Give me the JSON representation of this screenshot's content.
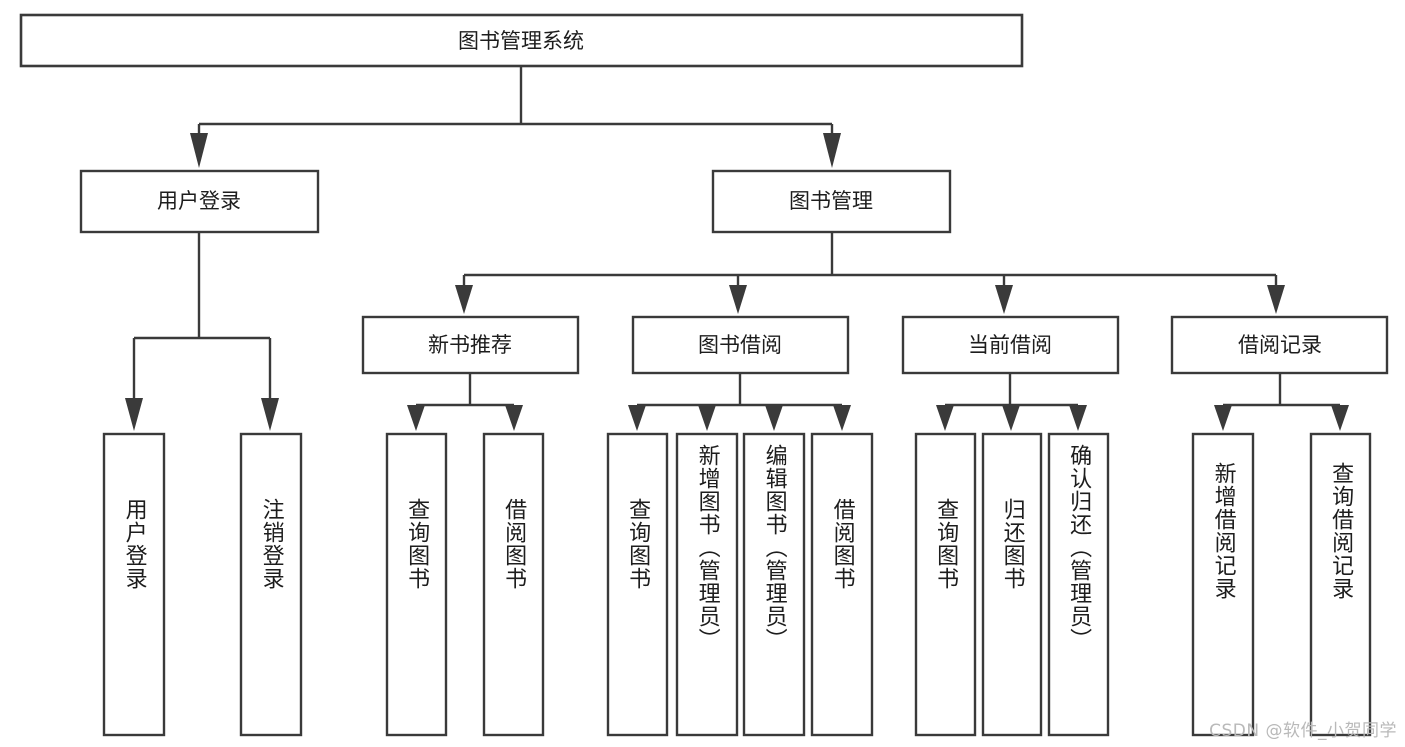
{
  "diagram": {
    "type": "tree-hierarchy",
    "title_node": {
      "id": "root",
      "label": "图书管理系统"
    },
    "level2": [
      {
        "id": "user-login",
        "label": "用户登录"
      },
      {
        "id": "book-management",
        "label": "图书管理"
      }
    ],
    "level3": [
      {
        "id": "new-book-recommend",
        "label": "新书推荐",
        "parent": "book-management"
      },
      {
        "id": "book-borrow",
        "label": "图书借阅",
        "parent": "book-management"
      },
      {
        "id": "current-borrow",
        "label": "当前借阅",
        "parent": "book-management"
      },
      {
        "id": "borrow-record",
        "label": "借阅记录",
        "parent": "book-management"
      }
    ],
    "leaves": [
      {
        "id": "leaf-user-login",
        "label": "用户登录",
        "parent": "user-login"
      },
      {
        "id": "leaf-user-logout",
        "label": "注销登录",
        "parent": "user-login"
      },
      {
        "id": "leaf-query-book-1",
        "label": "查询图书",
        "parent": "new-book-recommend"
      },
      {
        "id": "leaf-borrow-book-1",
        "label": "借阅图书",
        "parent": "new-book-recommend"
      },
      {
        "id": "leaf-query-book-2",
        "label": "查询图书",
        "parent": "book-borrow"
      },
      {
        "id": "leaf-add-book",
        "label": "新增图书（管理员）",
        "parent": "book-borrow"
      },
      {
        "id": "leaf-edit-book",
        "label": "编辑图书（管理员）",
        "parent": "book-borrow"
      },
      {
        "id": "leaf-borrow-book-2",
        "label": "借阅图书",
        "parent": "book-borrow"
      },
      {
        "id": "leaf-query-book-3",
        "label": "查询图书",
        "parent": "current-borrow"
      },
      {
        "id": "leaf-return-book",
        "label": "归还图书",
        "parent": "current-borrow"
      },
      {
        "id": "leaf-confirm-return",
        "label": "确认归还（管理员）",
        "parent": "current-borrow"
      },
      {
        "id": "leaf-add-record",
        "label": "新增借阅记录",
        "parent": "borrow-record"
      },
      {
        "id": "leaf-query-record",
        "label": "查询借阅记录",
        "parent": "borrow-record"
      }
    ],
    "colors": {
      "box_stroke": "#3a3a3a",
      "box_fill": "#ffffff",
      "connector": "#3a3a3a",
      "text": "#1d1d1d",
      "background": "#ffffff",
      "watermark": "#b9b9b9"
    }
  },
  "watermark": {
    "text": "CSDN @软件_小贺同学"
  }
}
